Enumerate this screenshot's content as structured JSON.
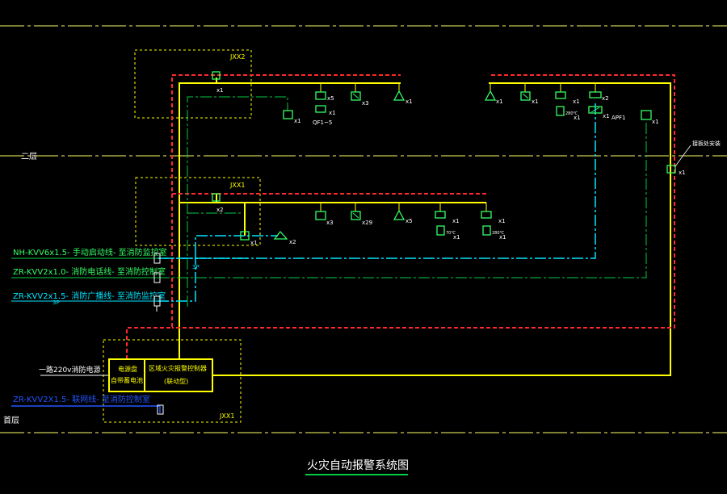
{
  "title": "火灾自动报警系统图",
  "floors": {
    "upper": "二层",
    "ground": "首层"
  },
  "boxes": {
    "jxx2": "JXX2",
    "jxx1_upper": "JXX1",
    "jxx1_main": "JXX1"
  },
  "controller": {
    "power_box": [
      "电源盘",
      "自带蓄电池"
    ],
    "alarm_controller": [
      "区域火灾报警控制器",
      "(联动型)"
    ]
  },
  "cables": {
    "manual": "NH-KVV6x1.5- 手动启动线- 至消防监控室",
    "phone": "ZR-KVV2x1.0- 消防电话线- 至消防控制室",
    "broadcast": "ZR-KVV2x1.5- 消防广播线- 至消防监控室",
    "power_in": "一路220v消防电源",
    "network": "ZR-KVV2X1.5- 联网线- 至消防控制室"
  },
  "annotations": {
    "jxx2_x1": "x1",
    "module_x1": "x1",
    "smoke_x5": "x5",
    "qf": "QF1~5",
    "qf_x1": "x1",
    "heat_x3": "x3",
    "horn_x1": "x1",
    "r_horn_x1": "x1",
    "r_heat_x1": "x1",
    "r_mod_x1": "x1",
    "r_280": "280℃",
    "r_280_x1": "x1",
    "r_x2": "x2",
    "r_apf_x1": "x1",
    "apf": "APF1",
    "r_end_x1": "x1",
    "riser_x1": "x1",
    "riser_note": "接板处安装",
    "jxx1_x2": "x2",
    "l_x3": "x3",
    "l_x29": "x29",
    "l_x5": "x5",
    "l_m1_x1": "x1",
    "l_70": "70℃",
    "l_70_x1": "x1",
    "l_m2_x1": "x1",
    "l_280": "280℃",
    "l_280_x1": "x1",
    "jxx1_mod_x1": "x1",
    "jxx1_horn_x2": "x2",
    "phone_3p": "3P",
    "broadcast_3p": "3P"
  },
  "colors": {
    "background": "#000000",
    "frame": "#FFFF00",
    "fire_bus": "#FF2A2A",
    "control_bus": "#00E5FF",
    "phone_bus": "#00CC44",
    "device": "#33FF66",
    "text": "#FFFFFF",
    "floor_line": "#FFFF66",
    "network": "#2255FF"
  }
}
